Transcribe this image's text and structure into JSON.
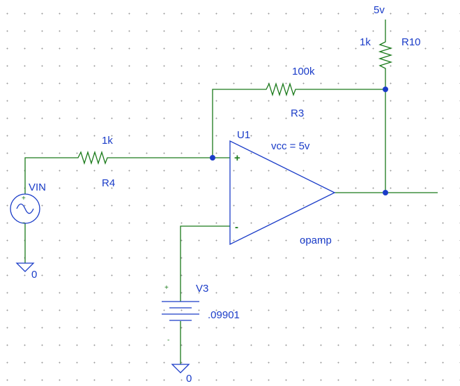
{
  "colors": {
    "wire": "#1a7a1a",
    "component": "#1a3cc8",
    "grid_dot": "#9a9a9a",
    "background": "#ffffff"
  },
  "supply": {
    "label": "5v"
  },
  "r10": {
    "name": "R10",
    "value": "1k"
  },
  "r3": {
    "name": "R3",
    "value": "100k"
  },
  "r4": {
    "name": "R4",
    "value": "1k"
  },
  "opamp": {
    "ref": "U1",
    "supply_note": "vcc = 5v",
    "model": "opamp",
    "noninverting_sign": "+",
    "inverting_sign": "-"
  },
  "vin": {
    "name": "VIN",
    "plus": "+",
    "minus": "-",
    "ground_label": "0",
    "icon": "ac-source-icon"
  },
  "v3": {
    "name": "V3",
    "value": ".09901",
    "plus": "+",
    "minus": "-",
    "ground_label": "0",
    "icon": "battery-icon"
  }
}
